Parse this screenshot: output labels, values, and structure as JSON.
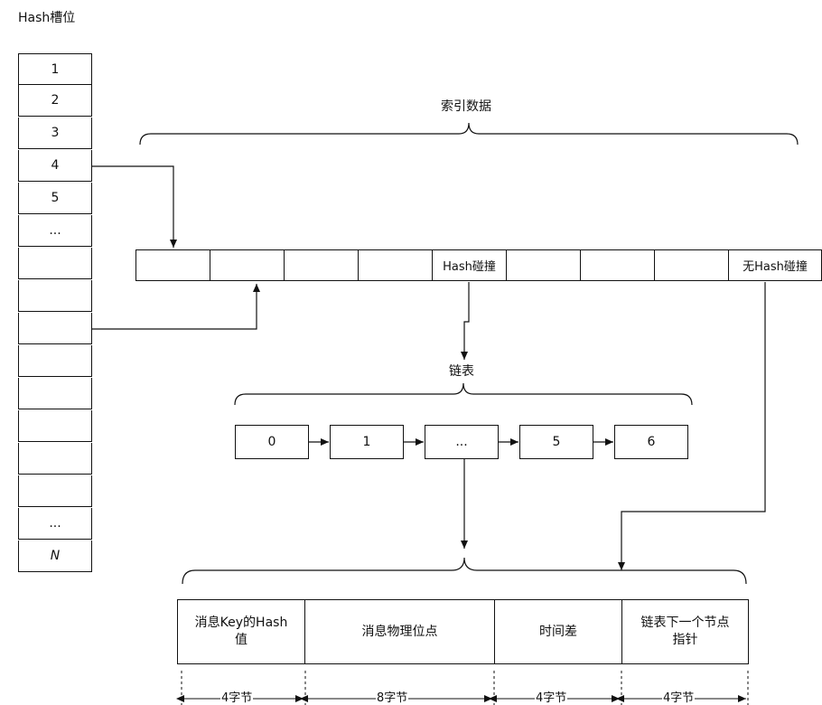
{
  "slot_title": "Hash槽位",
  "slots": [
    "1",
    "2",
    "3",
    "4",
    "5",
    "...",
    "",
    "",
    "",
    "",
    "",
    "",
    "",
    "",
    "",
    "...",
    "N"
  ],
  "index_title": "索引数据",
  "index_cells": [
    "",
    "",
    "",
    "",
    "Hash碰撞",
    "",
    "",
    "",
    "无Hash碰撞"
  ],
  "list_title": "链表",
  "list_nodes": [
    "0",
    "1",
    "...",
    "5",
    "6"
  ],
  "record_fields": [
    {
      "line1": "消息Key的Hash",
      "line2": "值"
    },
    {
      "line1": "消息物理位点",
      "line2": ""
    },
    {
      "line1": "时间差",
      "line2": ""
    },
    {
      "line1": "链表下一个节点",
      "line2": "指针"
    }
  ],
  "byte_sizes": [
    "4字节",
    "8字节",
    "4字节",
    "4字节"
  ],
  "colors": {
    "line": "#111111",
    "background": "#ffffff"
  }
}
